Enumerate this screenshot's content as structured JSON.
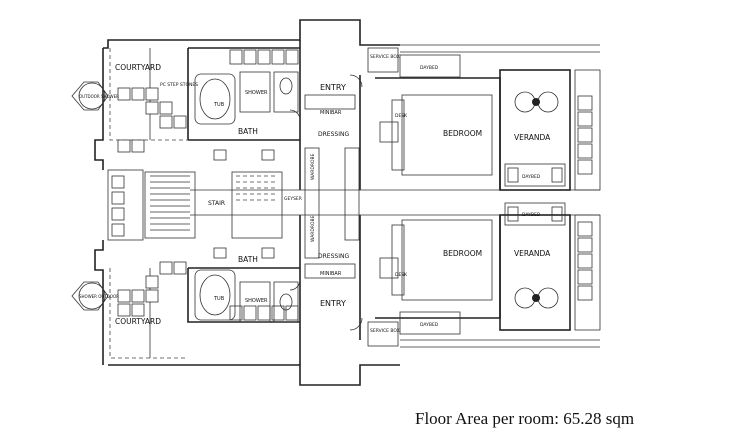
{
  "rooms": {
    "courtyard": "COURTYARD",
    "outdoor_shower": "OUTDOOR SHOWER",
    "shower_outdoor": "SHOWER OUTDOOR",
    "step_stones": "PC STEP STONES",
    "tub": "TUB",
    "shower": "SHOWER",
    "bath": "BATH",
    "entry": "ENTRY",
    "minibar": "MINIBAR",
    "dressing": "DRESSING",
    "wardrobe": "WARDROBE",
    "stair": "STAIR",
    "geyser": "GEYSER",
    "service_box": "SERVICE BOX",
    "daybed": "DAYBED",
    "desk": "DESK",
    "bedroom": "BEDROOM",
    "veranda": "VERANDA"
  },
  "caption": "Floor Area per room: 65.28 sqm"
}
